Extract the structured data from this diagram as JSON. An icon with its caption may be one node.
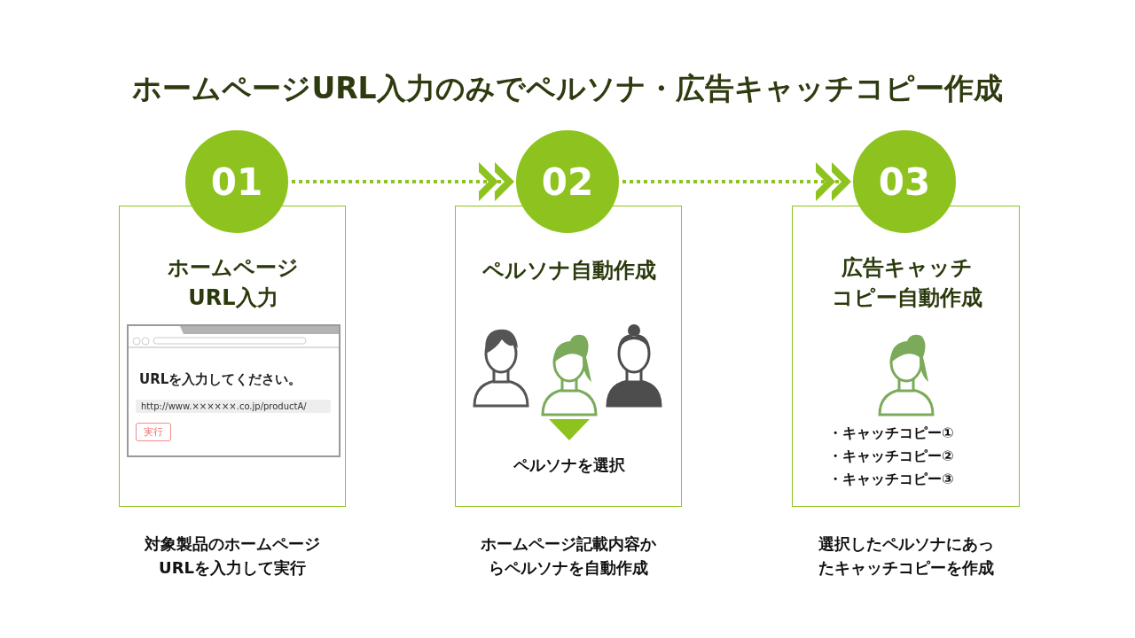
{
  "diagram": {
    "title": "ホームページURL入力のみでペルソナ・広告キャッチコピー作成",
    "nodes": [
      {
        "text": [
          "01"
        ]
      },
      {
        "text": [
          "ホームページURL入力",
          "URLを入力してください。",
          "http://www.××××××.co.jp/productA/",
          "実行"
        ],
        "beside": [
          "対象製品のホームページURLを入力して実行"
        ]
      },
      {
        "text": [
          "02"
        ]
      },
      {
        "text": [
          "ペルソナ自動作成",
          "ペルソナを選択"
        ],
        "beside": [
          "ホームページ記載内容からペルソナを自動作成"
        ]
      },
      {
        "text": [
          "03"
        ]
      },
      {
        "text": [
          "広告キャッチコピー自動作成",
          "・キャッチコピー①",
          "・キャッチコピー②",
          "・キャッチコピー③"
        ],
        "beside": [
          "選択したペルソナにあったキャッチコピーを作成"
        ]
      }
    ],
    "edges": [
      {
        "from": 0,
        "to": 2,
        "arrow": "to",
        "style": "dashed"
      },
      {
        "from": 2,
        "to": 4,
        "arrow": "to",
        "style": "dashed"
      }
    ]
  }
}
